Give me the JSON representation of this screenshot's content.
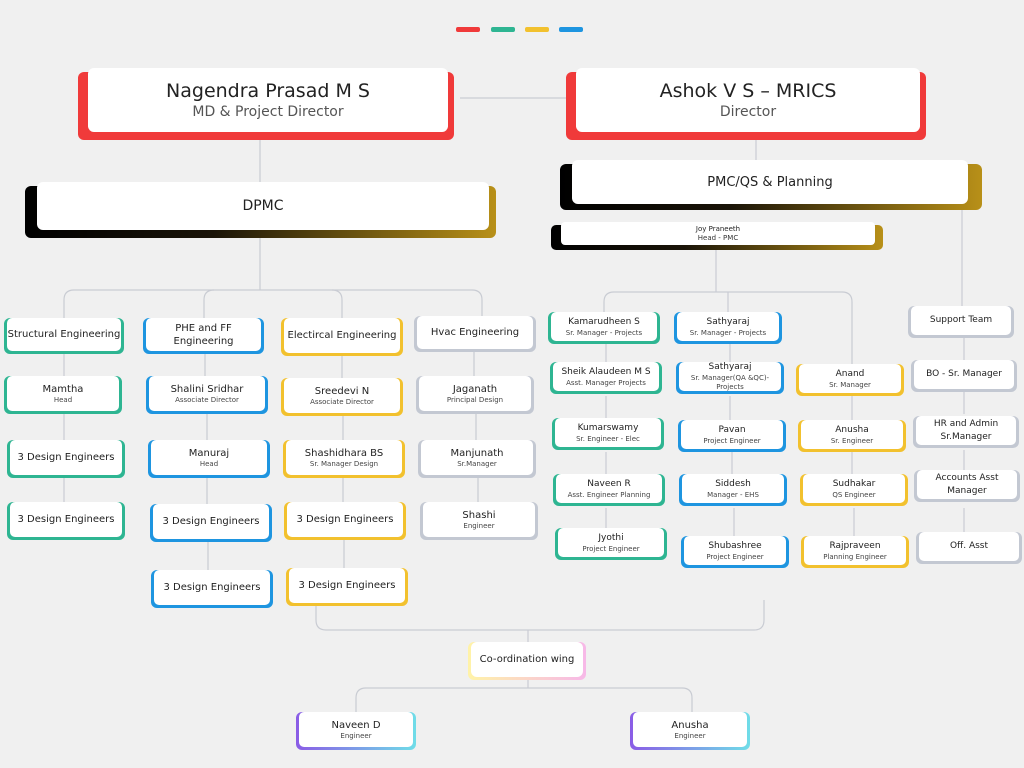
{
  "colors": {
    "red": "#f03a3a",
    "green": "#2eb592",
    "yellow": "#f2c12e",
    "blue": "#1e95e0",
    "gray": "#c3c8d2",
    "purple": "#8a5ce6",
    "cyan": "#6fdde8",
    "gold": "#b89018"
  },
  "top": {
    "left": {
      "name": "Nagendra Prasad M S",
      "role": "MD & Project Director"
    },
    "right": {
      "name": "Ashok V S – MRICS",
      "role": "Director"
    }
  },
  "dpmc": {
    "label": "DPMC"
  },
  "pmc": {
    "label": "PMC/QS & Planning"
  },
  "joy": {
    "name": "Joy Praneeth",
    "role": "Head - PMC"
  },
  "structural": {
    "head": "Structural Engineering",
    "items": [
      {
        "name": "Mamtha",
        "role": "Head"
      },
      {
        "name": "3 Design Engineers",
        "role": ""
      },
      {
        "name": "3 Design Engineers",
        "role": ""
      }
    ]
  },
  "phe": {
    "head": "PHE and FF Engineering",
    "items": [
      {
        "name": "Shalini Sridhar",
        "role": "Associate Director"
      },
      {
        "name": "Manuraj",
        "role": "Head"
      },
      {
        "name": "3 Design Engineers",
        "role": ""
      },
      {
        "name": "3 Design Engineers",
        "role": ""
      }
    ]
  },
  "elec": {
    "head": "Electircal Engineering",
    "items": [
      {
        "name": "Sreedevi N",
        "role": "Associate Director"
      },
      {
        "name": "Shashidhara BS",
        "role": "Sr. Manager Design"
      },
      {
        "name": "3 Design Engineers",
        "role": ""
      },
      {
        "name": "3 Design Engineers",
        "role": ""
      }
    ]
  },
  "hvac": {
    "head": "Hvac Engineering",
    "items": [
      {
        "name": "Jaganath",
        "role": "Principal Design"
      },
      {
        "name": "Manjunath",
        "role": "Sr.Manager"
      },
      {
        "name": "Shashi",
        "role": "Engineer"
      }
    ]
  },
  "pmc_col1": [
    {
      "name": "Kamarudheen S",
      "role": "Sr. Manager - Projects"
    },
    {
      "name": "Sheik Alaudeen M S",
      "role": "Asst. Manager Projects"
    },
    {
      "name": "Kumarswamy",
      "role": "Sr. Engineer - Elec"
    },
    {
      "name": "Naveen R",
      "role": "Asst. Engineer Planning"
    },
    {
      "name": "Jyothi",
      "role": "Project Engineer"
    }
  ],
  "pmc_col2": [
    {
      "name": "Sathyaraj",
      "role": "Sr. Manager - Projects"
    },
    {
      "name": "Sathyaraj",
      "role": "Sr. Manager(QA &QC)- Projects"
    },
    {
      "name": "Pavan",
      "role": "Project Engineer"
    },
    {
      "name": "Siddesh",
      "role": "Manager - EHS"
    },
    {
      "name": "Shubashree",
      "role": "Project Engineer"
    }
  ],
  "pmc_col3": [
    {
      "name": "Anand",
      "role": "Sr. Manager"
    },
    {
      "name": "Anusha",
      "role": "Sr. Engineer"
    },
    {
      "name": "Sudhakar",
      "role": "QS Engineer"
    },
    {
      "name": "Rajpraveen",
      "role": "Planning Engineer"
    }
  ],
  "support": [
    {
      "name": "Support Team",
      "role": ""
    },
    {
      "name": "BO - Sr. Manager",
      "role": ""
    },
    {
      "name": "HR and Admin Sr.Manager",
      "role": ""
    },
    {
      "name": "Accounts Asst Manager",
      "role": ""
    },
    {
      "name": "Off. Asst",
      "role": ""
    }
  ],
  "coord": {
    "label": "Co-ordination wing"
  },
  "coord_items": [
    {
      "name": "Naveen D",
      "role": "Engineer"
    },
    {
      "name": "Anusha",
      "role": "Engineer"
    }
  ]
}
